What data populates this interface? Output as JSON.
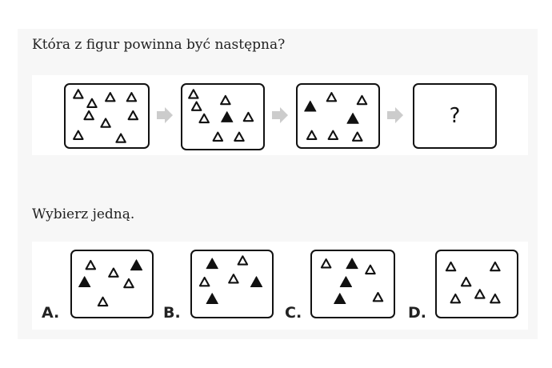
{
  "question": "Która z figur powinna być następna?",
  "instruction": "Wybierz jedną.",
  "sequence": [
    {
      "label": "",
      "filled": 0,
      "outlined": 9
    },
    {
      "label": "",
      "filled": 1,
      "outlined": 7
    },
    {
      "label": "",
      "filled": 2,
      "outlined": 5
    },
    {
      "label": "?",
      "filled": null,
      "outlined": null
    }
  ],
  "options": [
    {
      "letter": "A.",
      "filled": 2,
      "outlined": 4
    },
    {
      "letter": "B.",
      "filled": 3,
      "outlined": 3
    },
    {
      "letter": "C.",
      "filled": 3,
      "outlined": 3
    },
    {
      "letter": "D.",
      "filled": 0,
      "outlined": 6
    }
  ],
  "colors": {
    "triangle": "#111111",
    "arrow": "#cccccc",
    "panel": "#f7f7f7"
  },
  "icons": {
    "arrow": "right-arrow-icon",
    "triangle": "triangle-icon"
  }
}
